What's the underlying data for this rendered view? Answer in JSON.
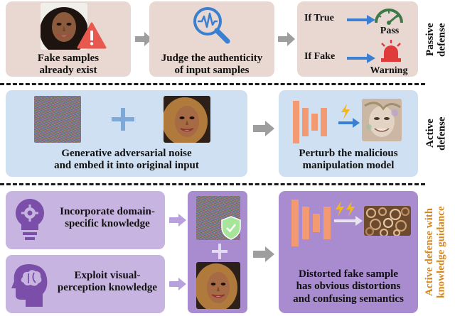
{
  "sections": {
    "passive": {
      "label_lines": [
        "Passive",
        "defense"
      ]
    },
    "active": {
      "label_lines": [
        "Active",
        "defense"
      ]
    },
    "guided": {
      "label_lines": [
        "Active defense with",
        "knowledge guidance"
      ]
    }
  },
  "row1": {
    "box1_lines": [
      "Fake samples",
      "already exist"
    ],
    "box2_lines": [
      "Judge the authenticity",
      "of input samples"
    ],
    "if_true": "If True",
    "pass": "Pass",
    "if_fake": "If Fake",
    "warning": "Warning"
  },
  "row2": {
    "left_lines": [
      "Generative adversarial noise",
      "and embed it into original input"
    ],
    "right_lines": [
      "Perturb the malicious",
      "manipulation model"
    ]
  },
  "row3": {
    "domain_lines": [
      "Incorporate domain-",
      "specific knowledge"
    ],
    "visual_lines": [
      "Exploit visual-",
      "perception knowledge"
    ],
    "result_lines": [
      "Distorted fake sample",
      "has obvious distortions",
      "and confusing semantics"
    ]
  },
  "colors": {
    "beige": "#e9d8d2",
    "blue_box": "#cfe0f3",
    "purple_light": "#c8b4e0",
    "purple_mid": "#a98cd0",
    "purple_dark": "#7a4ea9",
    "guided_label": "#d7871d",
    "gray_arrow": "#9e9e9e",
    "blue_arrow": "#3b7fd1",
    "orange": "#f39a72",
    "red": "#e03b3b"
  },
  "icons": [
    "warning-icon",
    "magnifier-waveform-icon",
    "speedometer-icon",
    "alarm-light-icon",
    "plus-icon",
    "lightning-icon",
    "lightbulb-gear-icon",
    "head-brain-icon",
    "shield-check-icon"
  ]
}
